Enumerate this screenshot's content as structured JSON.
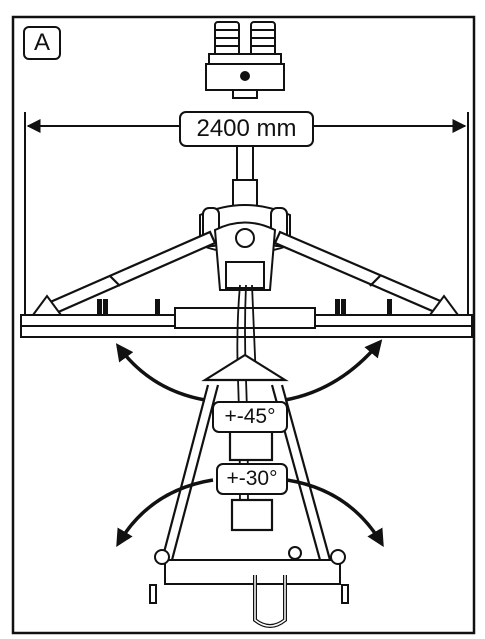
{
  "panel_label": "A",
  "dimension": {
    "value": "2400",
    "unit": "mm",
    "text": "2400 mm"
  },
  "rotation_angles": [
    {
      "text": "+-45°"
    },
    {
      "text": "+-30°"
    }
  ]
}
